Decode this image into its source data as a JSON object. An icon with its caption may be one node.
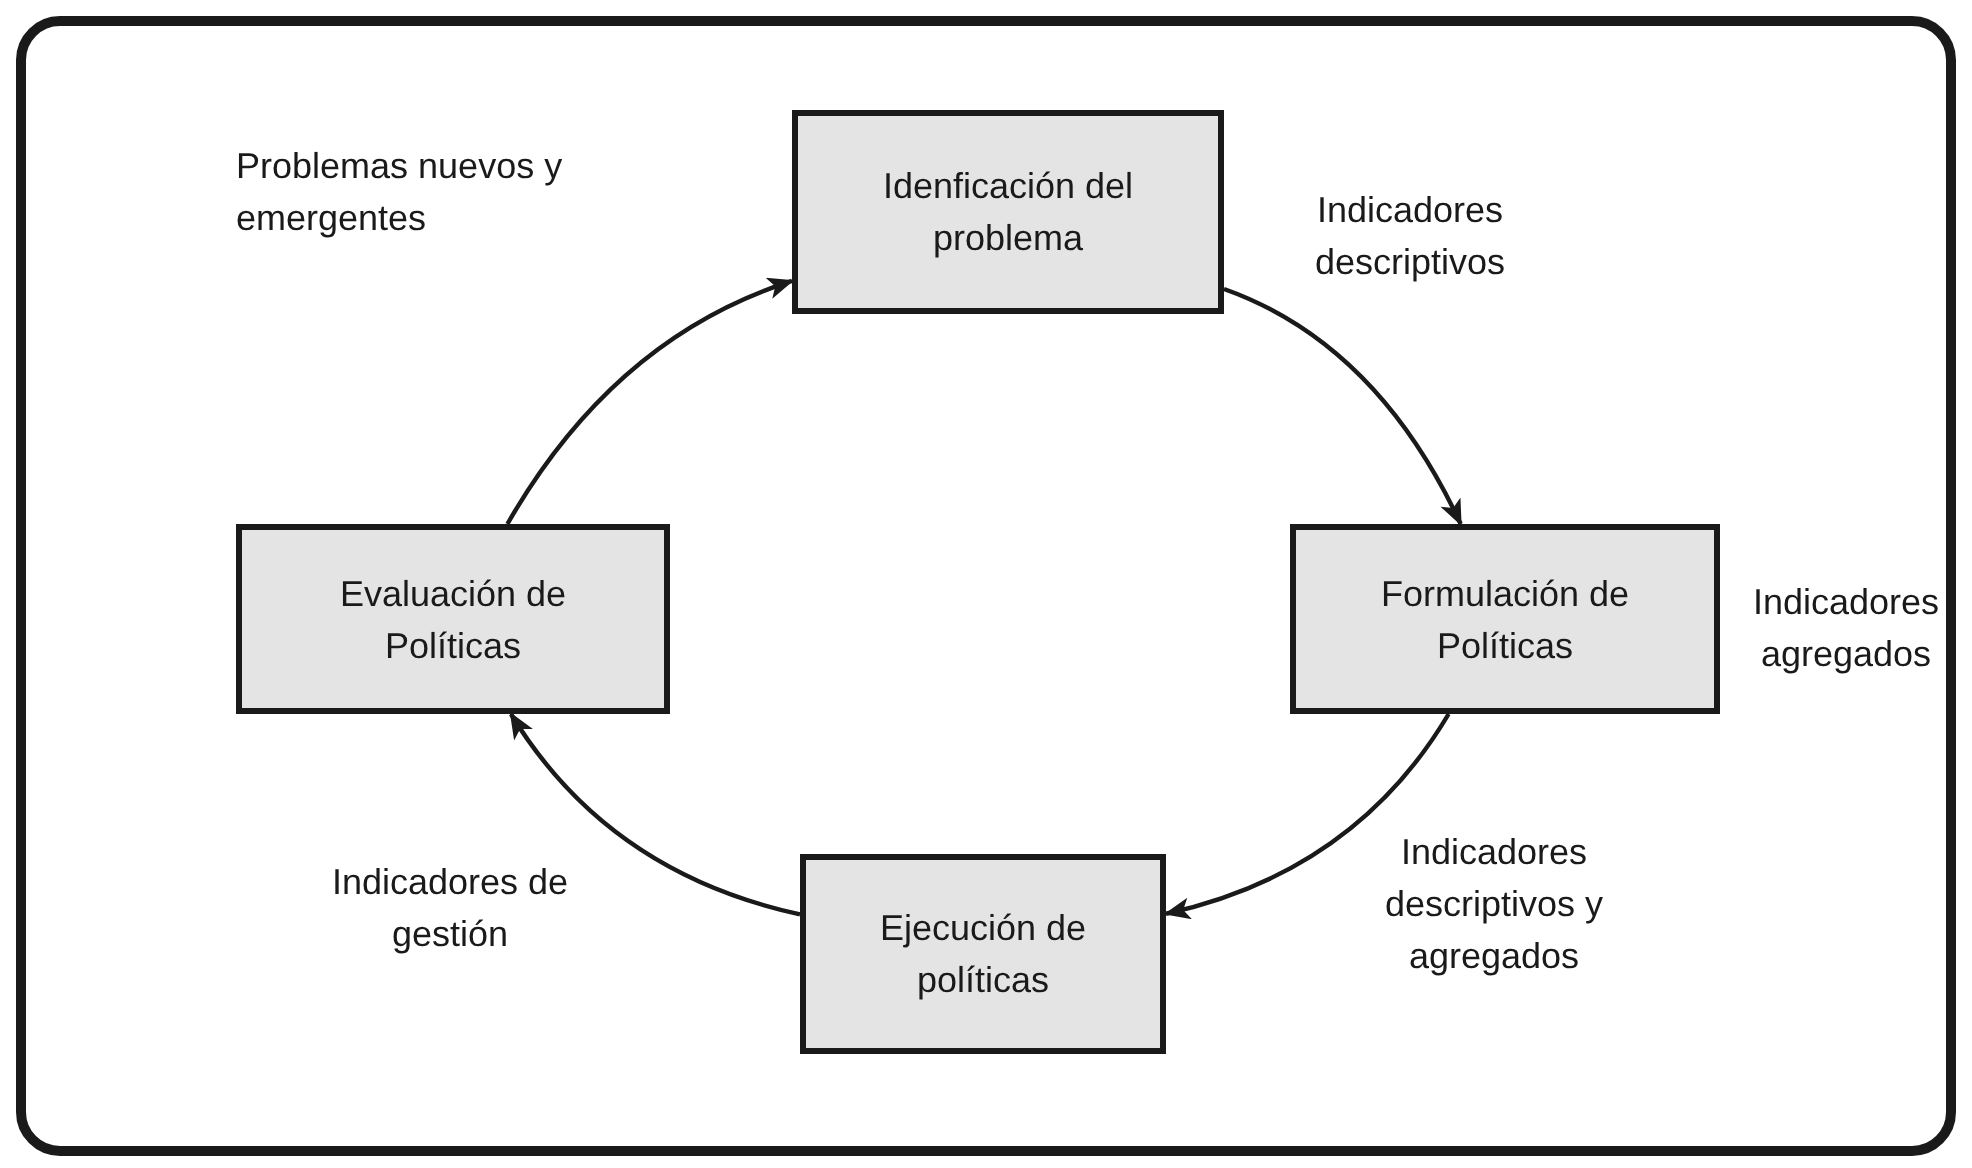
{
  "diagram": {
    "nodes": [
      {
        "text": [
          "Idenficación del problema"
        ]
      },
      {
        "text": [
          "Formulación de Políticas"
        ],
        "beside": [
          "Indicadores agregados"
        ]
      },
      {
        "text": [
          "Ejecución de políticas"
        ]
      },
      {
        "text": [
          "Evaluación de Políticas"
        ]
      }
    ],
    "edges": [
      {
        "from": 0,
        "to": 1,
        "arrow": "to",
        "label": "Indicadores descriptivos"
      },
      {
        "from": 1,
        "to": 2,
        "arrow": "to",
        "label": "Indicadores descriptivos y agregados"
      },
      {
        "from": 2,
        "to": 3,
        "arrow": "to",
        "label": "Indicadores de gestión"
      },
      {
        "from": 3,
        "to": 0,
        "arrow": "to",
        "label": "Problemas nuevos y emergentes"
      }
    ]
  }
}
